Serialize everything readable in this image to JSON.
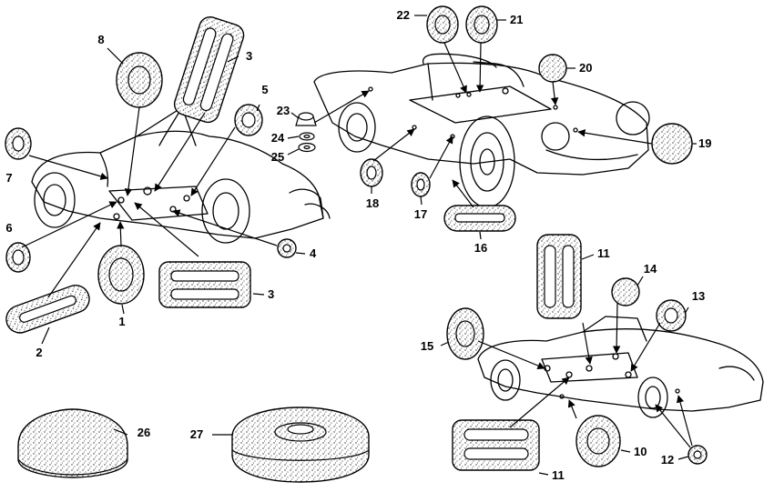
{
  "diagram": {
    "type": "exploded-parts-illustration",
    "style": "black line art on white",
    "subject": "body grommets and plugs on roadster car body",
    "callouts": [
      "1",
      "2",
      "3",
      "3",
      "4",
      "5",
      "6",
      "7",
      "8",
      "10",
      "11",
      "11",
      "12",
      "13",
      "14",
      "15",
      "16",
      "17",
      "18",
      "19",
      "20",
      "21",
      "22",
      "23",
      "24",
      "25",
      "26",
      "27"
    ]
  }
}
